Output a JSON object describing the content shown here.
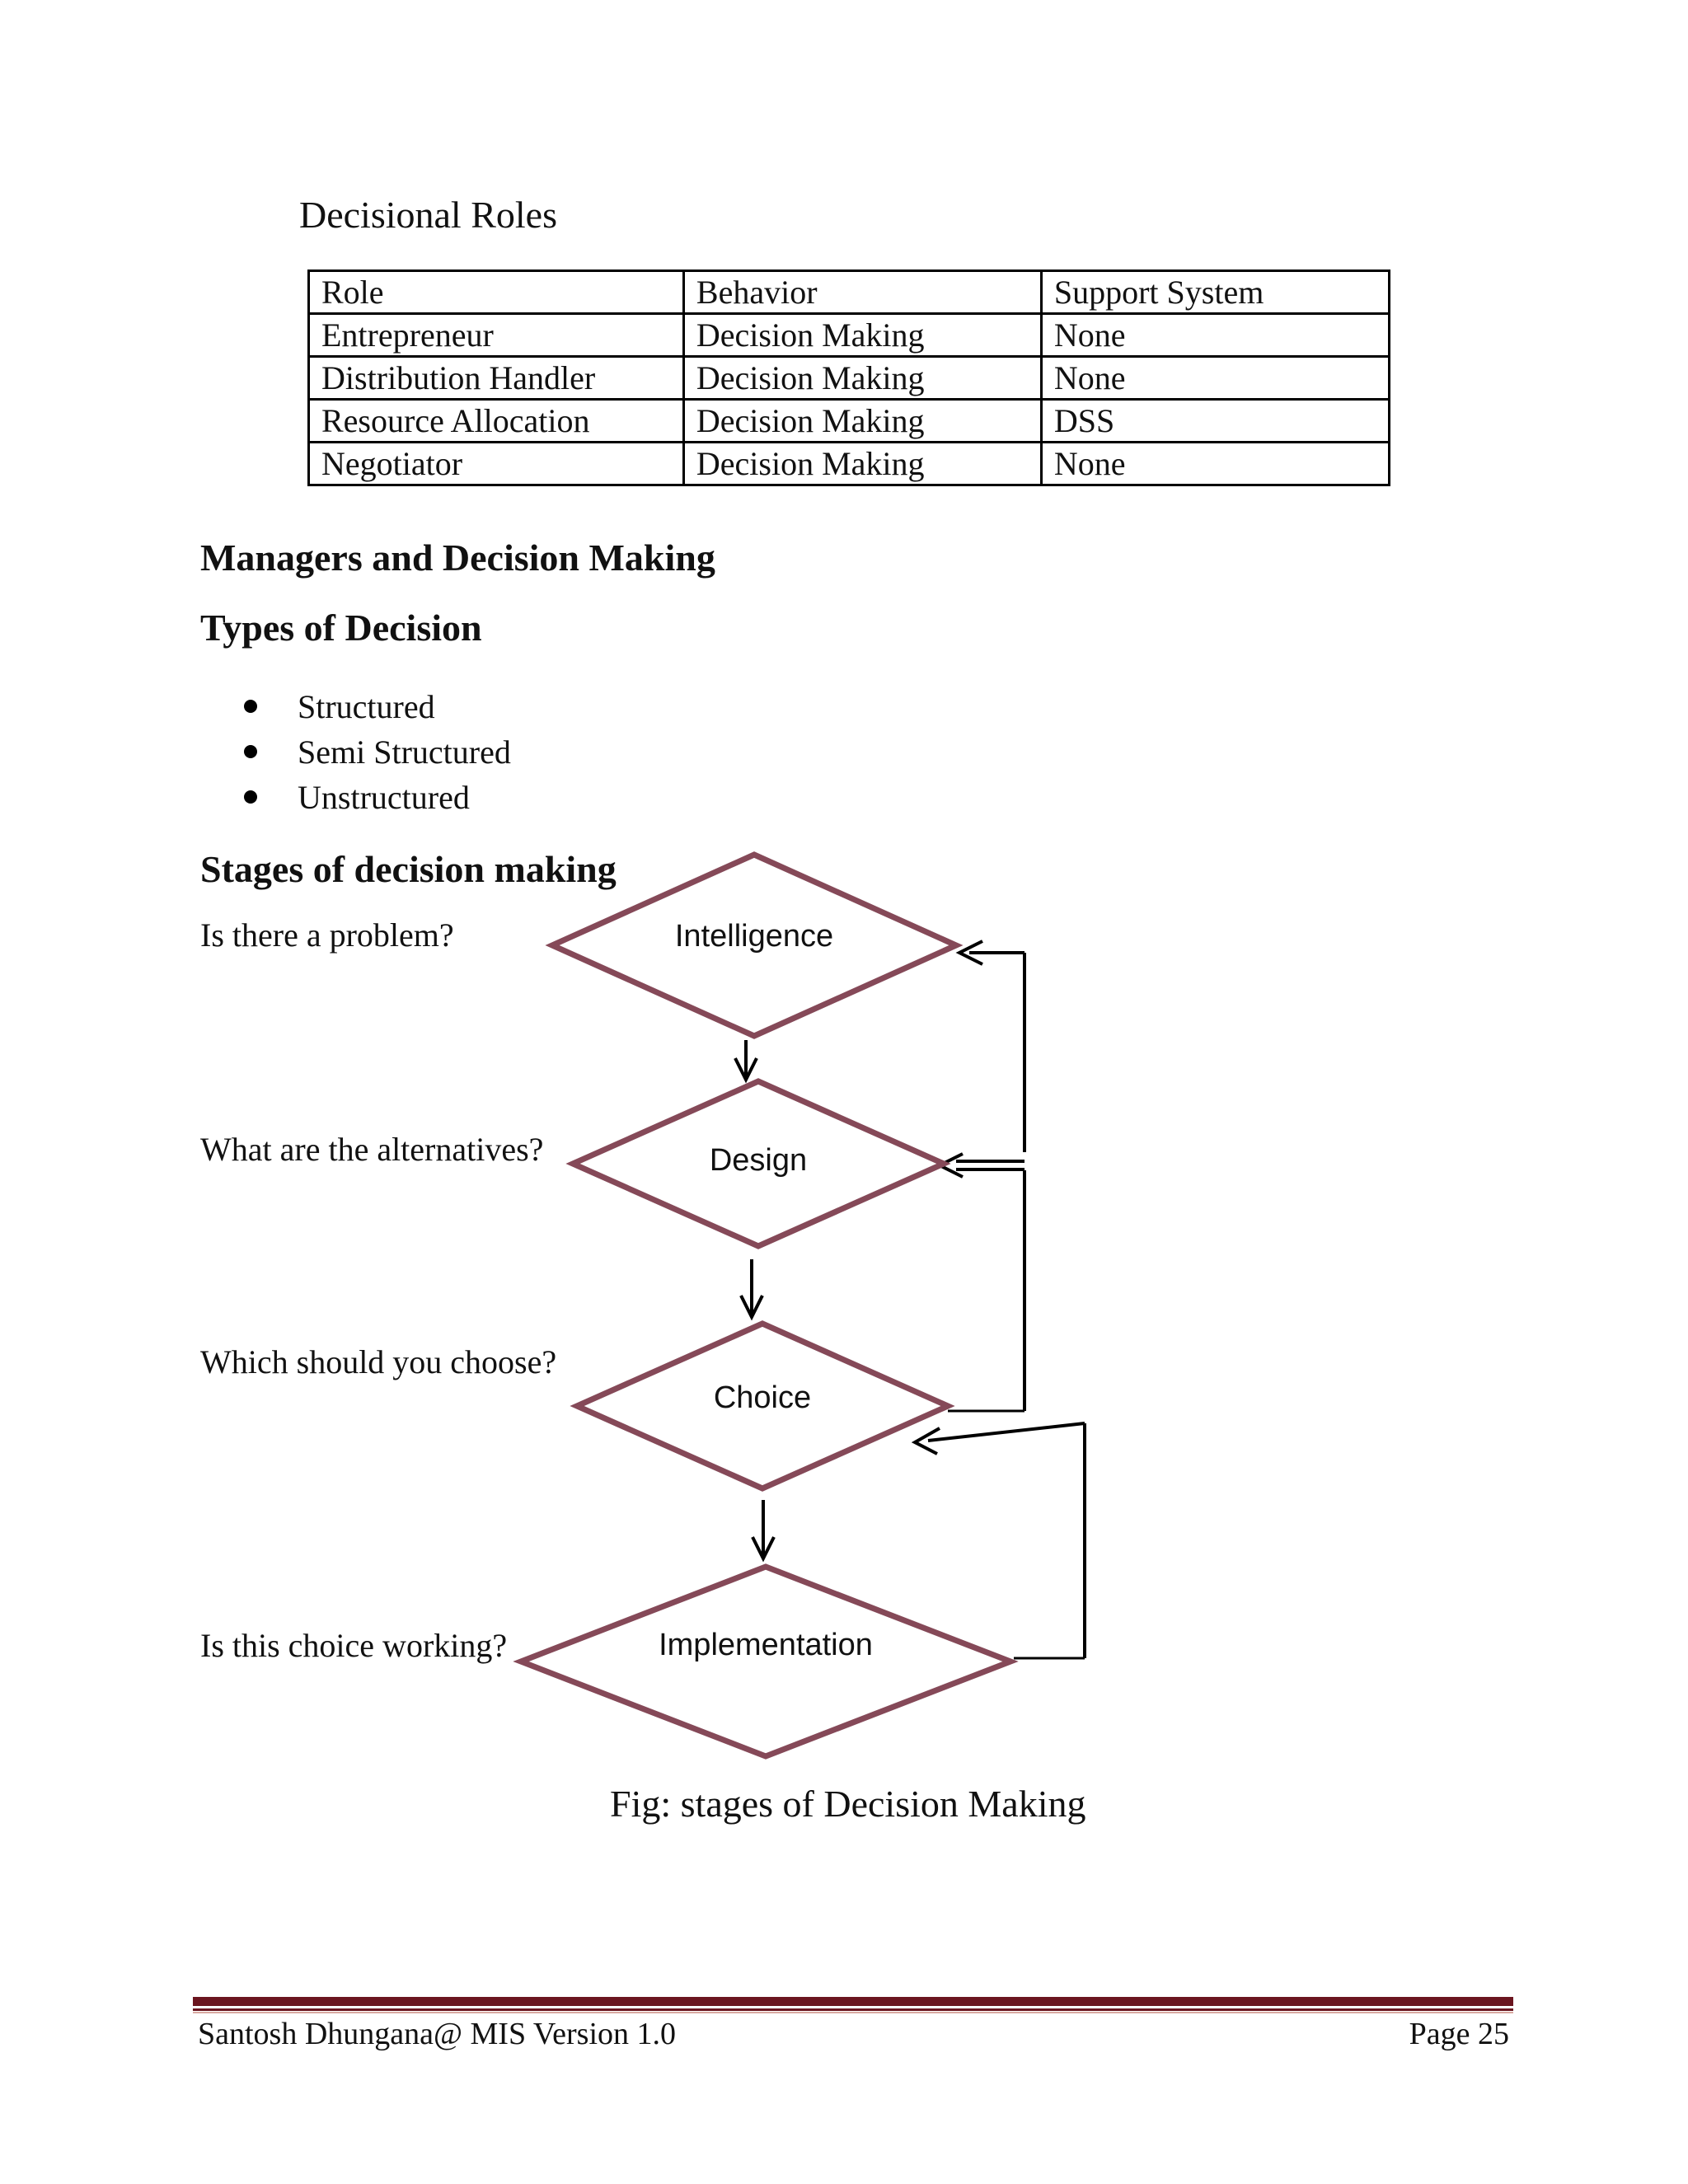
{
  "doc": {
    "section_heading": "Decisional Roles",
    "heading_managers": "Managers and Decision Making",
    "heading_types": "Types of Decision",
    "heading_stages": "Stages of decision making"
  },
  "table": {
    "headers": [
      "Role",
      "Behavior",
      "Support System"
    ],
    "rows": [
      [
        "Entrepreneur",
        "Decision Making",
        "None"
      ],
      [
        "Distribution Handler",
        "Decision Making",
        "None"
      ],
      [
        "Resource Allocation",
        "Decision Making",
        "DSS"
      ],
      [
        "Negotiator",
        "Decision Making",
        "None"
      ]
    ]
  },
  "bullets": [
    "Structured",
    "Semi Structured",
    "Unstructured"
  ],
  "flowchart": {
    "stages": [
      {
        "label": "Intelligence",
        "question": "Is there a problem?"
      },
      {
        "label": "Design",
        "question": "What are the alternatives?"
      },
      {
        "label": "Choice",
        "question": "Which should you choose?"
      },
      {
        "label": "Implementation",
        "question": "Is this choice working?"
      }
    ],
    "caption": "Fig: stages of Decision Making",
    "diamond_stroke_color": "#854958",
    "line_color": "#000000"
  },
  "footer": {
    "left": "Santosh Dhungana@ MIS Version 1.0",
    "right": "Page 25",
    "bar_color": "#6b151f"
  }
}
